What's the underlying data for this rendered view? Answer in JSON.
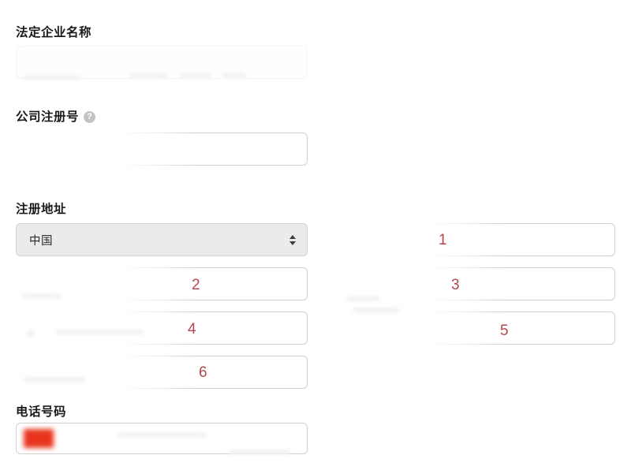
{
  "form": {
    "fields": [
      {
        "id": "legal-business-name",
        "label": "法定企业名称",
        "value": "",
        "placeholder": ""
      },
      {
        "id": "company-registration-number",
        "label": "公司注册号",
        "help_icon": "help-circle-icon",
        "help_glyph": "?",
        "value": "",
        "placeholder": ""
      },
      {
        "id": "registered-address",
        "label": "注册地址",
        "country_select": {
          "value": "中国",
          "icon": "select-chevrons-icon"
        }
      },
      {
        "id": "phone-number",
        "label": "电话号码",
        "value": "",
        "flag_icon": "china-flag-icon"
      }
    ]
  },
  "address_inputs": [
    {
      "marker": "1",
      "column": "right",
      "row": 1
    },
    {
      "marker": "2",
      "column": "left",
      "row": 2
    },
    {
      "marker": "3",
      "column": "right",
      "row": 2
    },
    {
      "marker": "4",
      "column": "left",
      "row": 3
    },
    {
      "marker": "5",
      "column": "right",
      "row": 3
    },
    {
      "marker": "6",
      "column": "left",
      "row": 4
    }
  ],
  "colors": {
    "marker_red": "#b5474f",
    "flag_red": "#e8341c",
    "label_text": "#1a1a1a",
    "select_bg": "#ebebeb",
    "input_border": "#cfcfcf",
    "page_bg": "#ffffff"
  }
}
